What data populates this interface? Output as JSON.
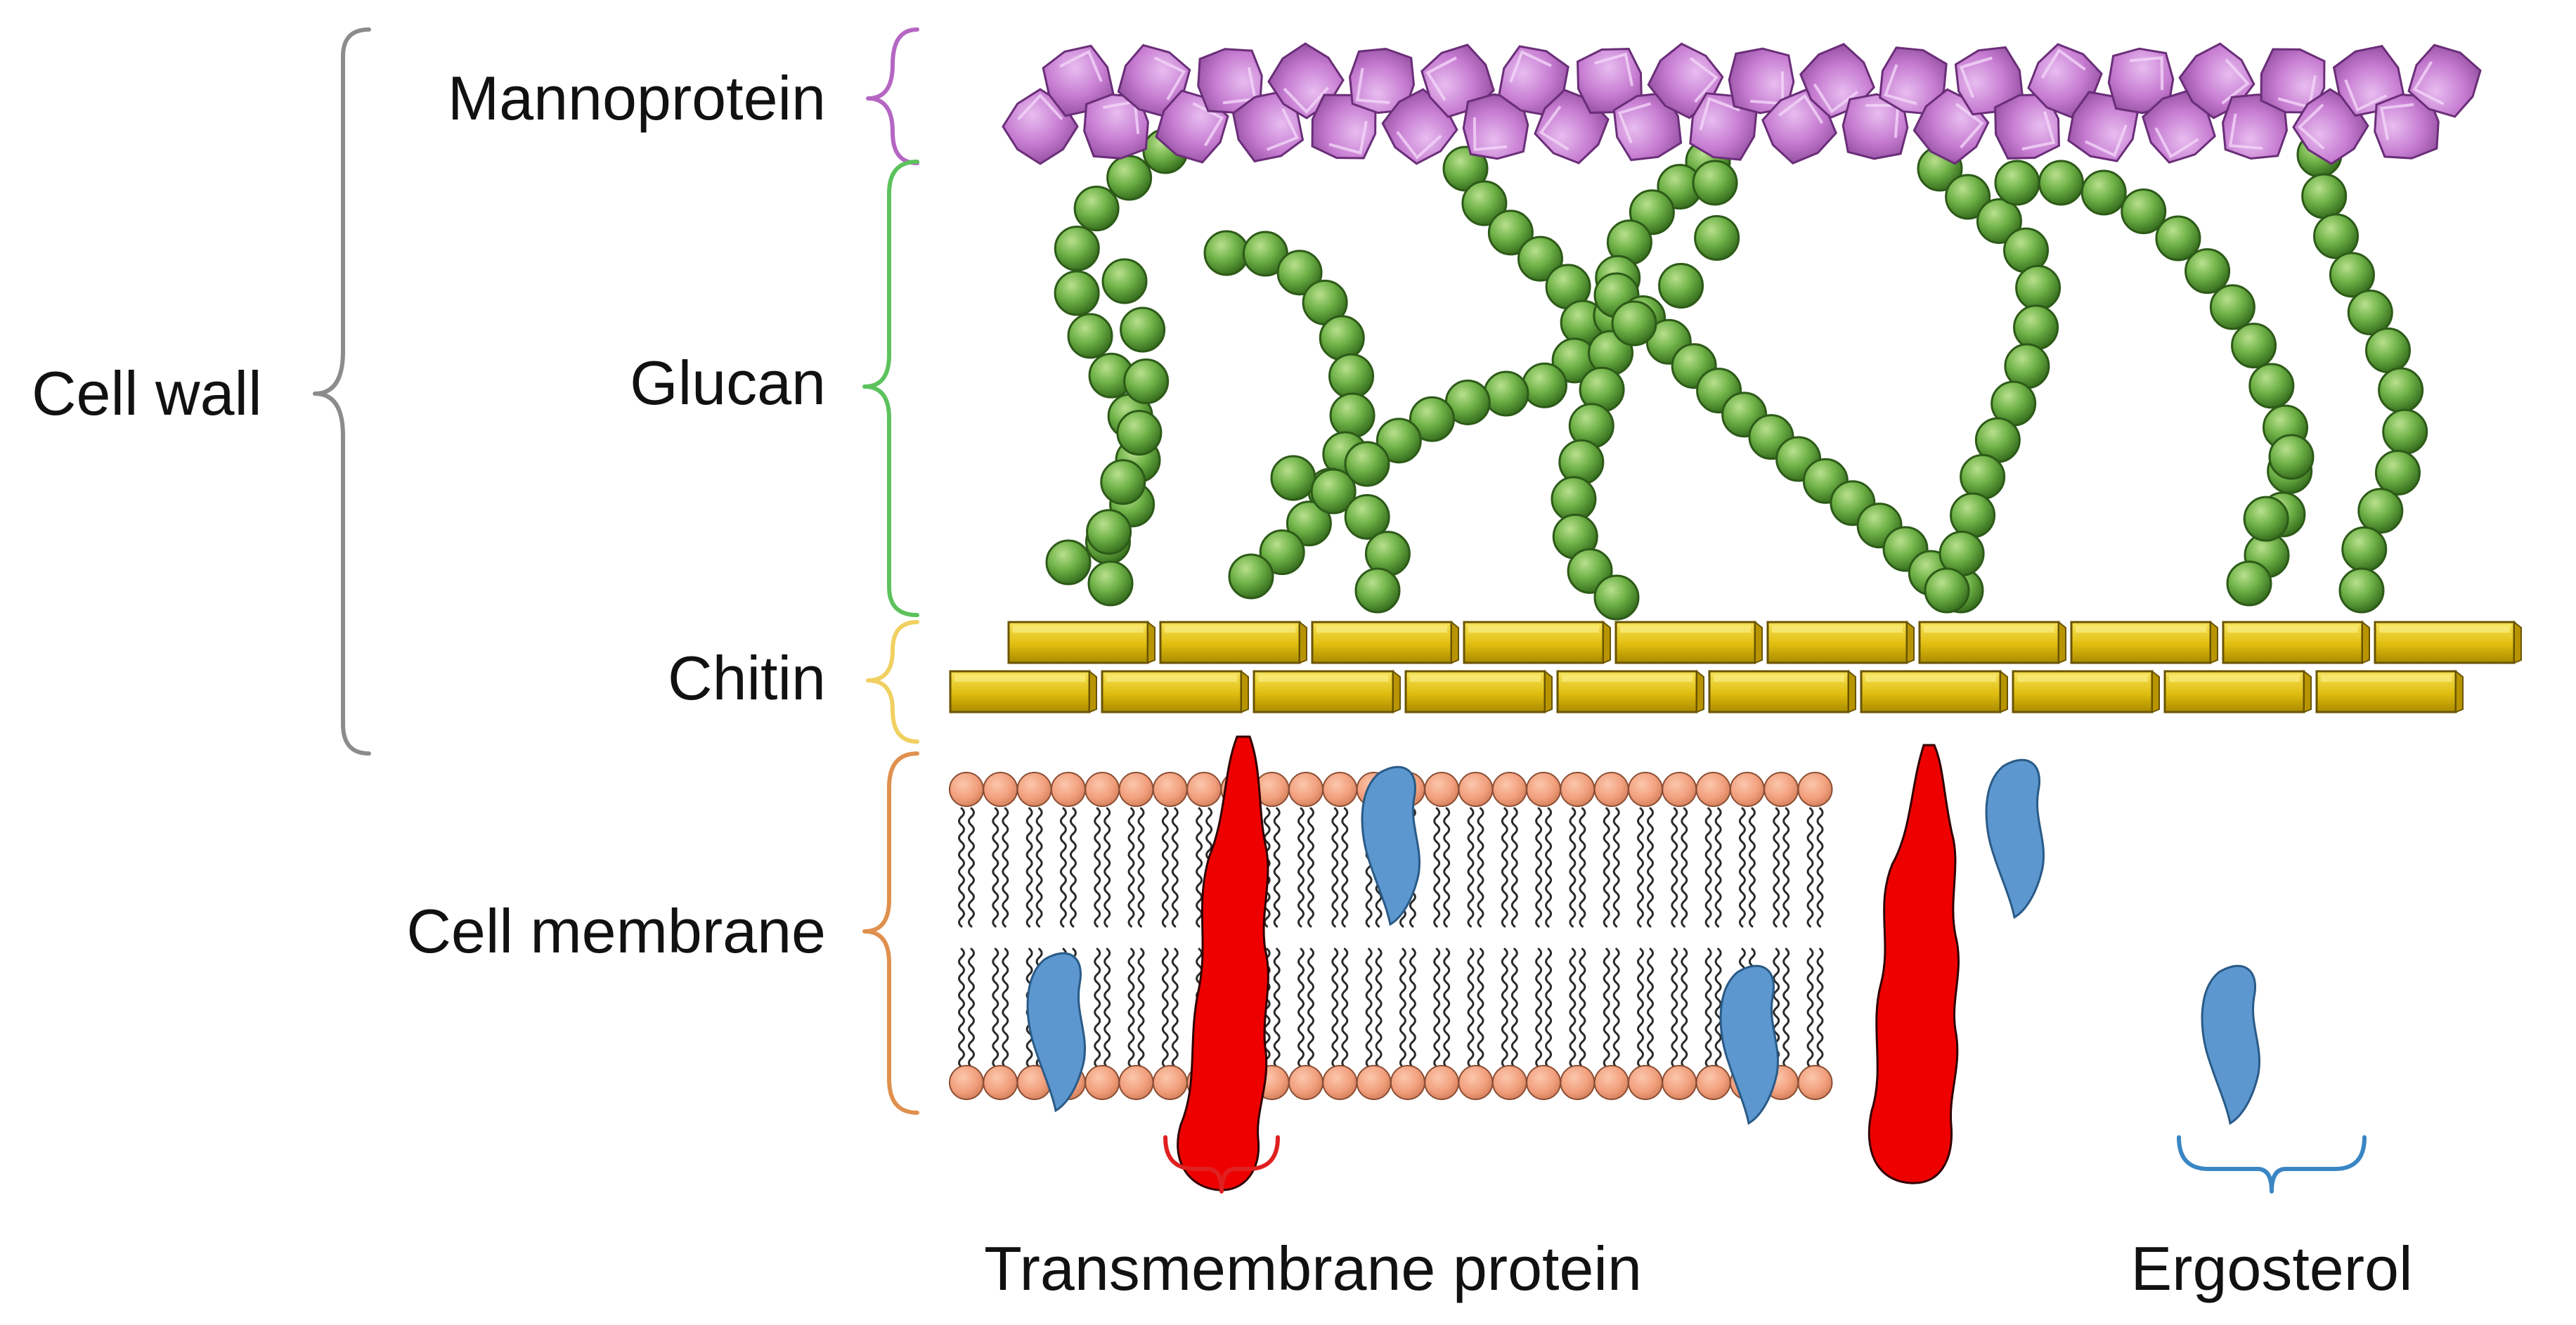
{
  "labels": {
    "cell_wall": "Cell wall",
    "mannoprotein": "Mannoprotein",
    "glucan": "Glucan",
    "chitin": "Chitin",
    "cell_membrane": "Cell membrane",
    "transmembrane_protein": "Transmembrane protein",
    "ergosterol": "Ergosterol"
  },
  "colors": {
    "mannoprotein": "#c67cd1",
    "glucan": "#5fa83a",
    "chitin": "#e6c414",
    "phospholipid_head": "#f2a07e",
    "transmembrane_protein": "#ee0000",
    "ergosterol": "#5c97cf",
    "brace_cell_wall": "#8c8c8c",
    "brace_mannoprotein": "#b566c3",
    "brace_glucan": "#5cc25c",
    "brace_chitin": "#f0d060",
    "brace_cell_membrane": "#e0904e",
    "brace_transmembrane_protein": "#e02020",
    "brace_ergosterol": "#3a86c4"
  }
}
